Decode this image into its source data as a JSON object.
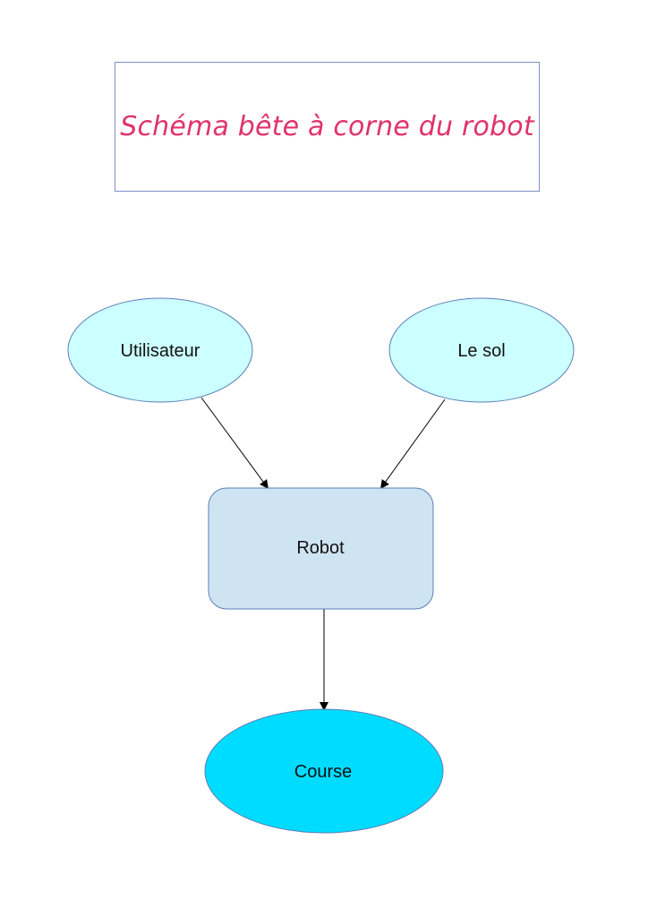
{
  "title": "Schéma bête à corne du robot",
  "nodes": {
    "utilisateur": {
      "label": "Utilisateur"
    },
    "sol": {
      "label": "Le sol"
    },
    "robot": {
      "label": "Robot"
    },
    "course": {
      "label": "Course"
    }
  },
  "colors": {
    "title_text": "#e0336a",
    "title_border": "#7f8fc8",
    "light_ellipse_fill": "#ccffff",
    "robot_fill": "#cfe4f3",
    "course_fill": "#00dcff",
    "stroke": "#5b7fb8"
  }
}
